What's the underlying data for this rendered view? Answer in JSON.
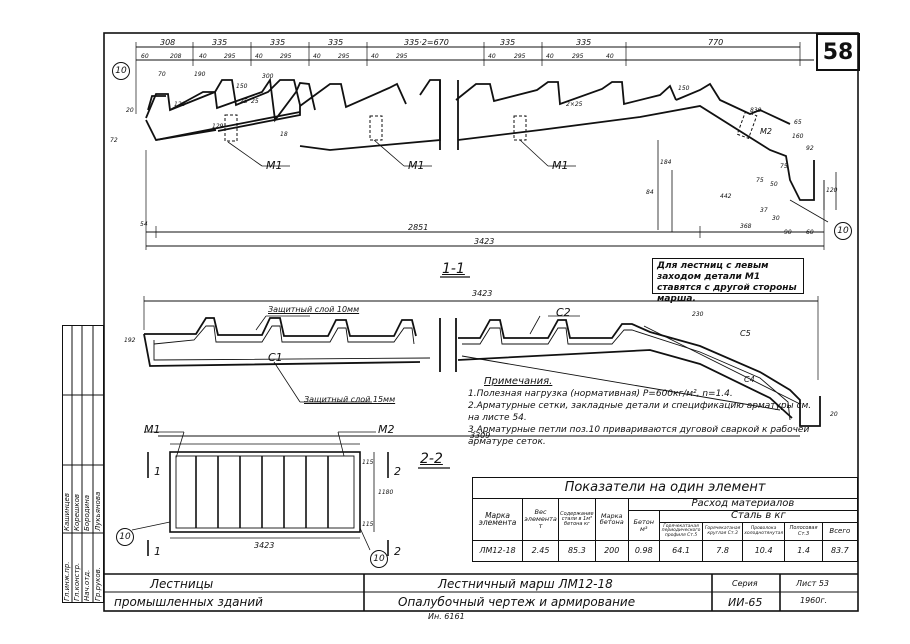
{
  "sheet_number": "58",
  "section_1_1": {
    "label": "1-1",
    "top_dims": [
      "308",
      "335",
      "335",
      "335",
      "335·2=670",
      "335",
      "335",
      "770"
    ],
    "step_dims": [
      "60",
      "208",
      "40",
      "295",
      "40",
      "295",
      "40",
      "295",
      "40",
      "295",
      "40",
      "295",
      "40",
      "295",
      "40",
      "65"
    ],
    "inner_dims": [
      "70",
      "190",
      "150",
      "120",
      "25",
      "25",
      "300",
      "2×25",
      "150",
      "830",
      "160",
      "92",
      "75",
      "50",
      "75",
      "37",
      "30"
    ],
    "left_dims": [
      "20",
      "72",
      "18",
      "129"
    ],
    "right_dims": [
      "184",
      "84",
      "442",
      "120"
    ],
    "bottom_dims": [
      "54",
      "2851",
      "368",
      "90",
      "60"
    ],
    "overall_length": "3423",
    "mark_m1": "М1",
    "mark_m2": "М2"
  },
  "note_box": "Для лестниц с левым заходом детали М1 ставятся с другой стороны марша.",
  "reinforcement": {
    "overall_length": "3423",
    "protective_layer_top": "Защитный слой 10мм",
    "protective_layer_bottom": "Защитный слой 15мм",
    "c1": "С1",
    "c2": "С2",
    "c4": "С4",
    "c5": "С5",
    "dim_230": "230",
    "dim_192": "192",
    "dim_20": "20",
    "bottom_length": "3309"
  },
  "plan_2_2": {
    "label": "2-2",
    "m1": "М1",
    "m2": "М2",
    "width": "3423",
    "height": "1180",
    "dim_115a": "115",
    "dim_115b": "115",
    "section_mark_1": "1",
    "section_mark_2": "2",
    "ref_10": "10"
  },
  "notes": {
    "heading": "Примечания.",
    "items": [
      "1.Полезная нагрузка (нормативная) P=600кг/м², n=1.4.",
      "2.Арматурные сетки, закладные детали и спецификацию арматуры см. на листе 54.",
      "3.Арматурные петли поз.10 привариваются дуговой сваркой к рабочей арматуре сеток."
    ]
  },
  "material_table": {
    "title": "Показатели на один элемент",
    "consumption_header": "Расход материалов",
    "steel_header": "Сталь в кг",
    "col_mark": "Марка элемента",
    "col_weight": "Вес элемента т",
    "col_content": "Содержание стали в 1м³ бетона кг",
    "col_concrete_grade": "Марка бетона",
    "col_concrete": "Бетон м³",
    "col_steel_1": "Горячекатаная периодического профиля Ст.5",
    "col_steel_2": "Горячекатаная круглая Ст.3",
    "col_steel_3": "Проволока холоднотянутая",
    "col_steel_4": "Полосовая Ст.3",
    "col_total": "Всего",
    "row": {
      "mark": "ЛМ12-18",
      "weight": "2.45",
      "content": "85.3",
      "grade": "200",
      "concrete": "0.98",
      "steel_1": "64.1",
      "steel_2": "7.8",
      "steel_3": "10.4",
      "steel_4": "1.4",
      "total": "83.7"
    }
  },
  "title_block": {
    "left_line_1": "Лестницы",
    "left_line_2": "промышленных зданий",
    "center_line_1": "Лестничный марш ЛМ12-18",
    "center_line_2": "Опалубочный чертеж и армирование",
    "series_label": "Серия",
    "series_value": "ИИ-65",
    "sheet_label": "Лист 53",
    "year": "1960г.",
    "inventory": "Ин. 6161"
  },
  "side_stamp": {
    "rows": [
      "Гл.инж.пр.",
      "Гл.констр.",
      "Нач.отд.",
      "Гр.руков."
    ],
    "names": [
      "Кашинцев",
      "Корешков",
      "Бородина",
      "Лукьянова"
    ]
  }
}
